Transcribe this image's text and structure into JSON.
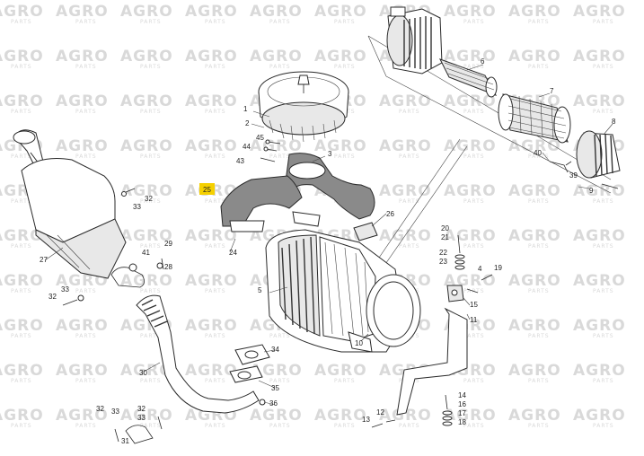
{
  "watermark": {
    "text": "AGRO",
    "sub": "PARTS"
  },
  "highlight_color": "#f5d000",
  "callouts": [
    {
      "id": "c1",
      "label": "1",
      "highlight": false
    },
    {
      "id": "c2",
      "label": "2",
      "highlight": false
    },
    {
      "id": "c3",
      "label": "3",
      "highlight": false
    },
    {
      "id": "c4",
      "label": "4",
      "highlight": false
    },
    {
      "id": "c5",
      "label": "5",
      "highlight": false
    },
    {
      "id": "c6",
      "label": "6",
      "highlight": false
    },
    {
      "id": "c7",
      "label": "7",
      "highlight": false
    },
    {
      "id": "c8",
      "label": "8",
      "highlight": false
    },
    {
      "id": "c9",
      "label": "9",
      "highlight": false
    },
    {
      "id": "c10",
      "label": "10",
      "highlight": false
    },
    {
      "id": "c11",
      "label": "11",
      "highlight": false
    },
    {
      "id": "c12",
      "label": "12",
      "highlight": false
    },
    {
      "id": "c13",
      "label": "13",
      "highlight": false
    },
    {
      "id": "c14",
      "label": "14",
      "highlight": false
    },
    {
      "id": "c15",
      "label": "15",
      "highlight": false
    },
    {
      "id": "c16",
      "label": "16",
      "highlight": false
    },
    {
      "id": "c17",
      "label": "17",
      "highlight": false
    },
    {
      "id": "c18",
      "label": "18",
      "highlight": false
    },
    {
      "id": "c19",
      "label": "19",
      "highlight": false
    },
    {
      "id": "c20",
      "label": "20",
      "highlight": false
    },
    {
      "id": "c21",
      "label": "21",
      "highlight": false
    },
    {
      "id": "c22",
      "label": "22",
      "highlight": false
    },
    {
      "id": "c23",
      "label": "23",
      "highlight": false
    },
    {
      "id": "c24",
      "label": "24",
      "highlight": false
    },
    {
      "id": "c25",
      "label": "25",
      "highlight": true
    },
    {
      "id": "c26",
      "label": "26",
      "highlight": false
    },
    {
      "id": "c27",
      "label": "27",
      "highlight": false
    },
    {
      "id": "c28",
      "label": "28",
      "highlight": false
    },
    {
      "id": "c29",
      "label": "29",
      "highlight": false
    },
    {
      "id": "c30",
      "label": "30",
      "highlight": false
    },
    {
      "id": "c31",
      "label": "31",
      "highlight": false
    },
    {
      "id": "c32a",
      "label": "32",
      "highlight": false
    },
    {
      "id": "c32b",
      "label": "32",
      "highlight": false
    },
    {
      "id": "c32c",
      "label": "32",
      "highlight": false
    },
    {
      "id": "c32d",
      "label": "32",
      "highlight": false
    },
    {
      "id": "c33a",
      "label": "33",
      "highlight": false
    },
    {
      "id": "c33b",
      "label": "33",
      "highlight": false
    },
    {
      "id": "c33c",
      "label": "33",
      "highlight": false
    },
    {
      "id": "c33d",
      "label": "33",
      "highlight": false
    },
    {
      "id": "c34",
      "label": "34",
      "highlight": false
    },
    {
      "id": "c35",
      "label": "35",
      "highlight": false
    },
    {
      "id": "c36",
      "label": "36",
      "highlight": false
    },
    {
      "id": "c39",
      "label": "39",
      "highlight": false
    },
    {
      "id": "c40",
      "label": "40",
      "highlight": false
    },
    {
      "id": "c41",
      "label": "41",
      "highlight": false
    },
    {
      "id": "c43",
      "label": "43",
      "highlight": false
    },
    {
      "id": "c44",
      "label": "44",
      "highlight": false
    },
    {
      "id": "c45",
      "label": "45",
      "highlight": false
    }
  ]
}
